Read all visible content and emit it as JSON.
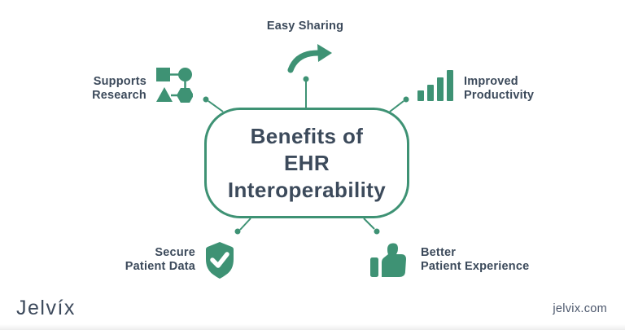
{
  "diagram": {
    "center": {
      "line1": "Benefits of",
      "line2": "EHR",
      "line3": "Interoperability"
    },
    "nodes": {
      "easy_sharing": {
        "label": "Easy Sharing",
        "icon": "curved-arrow-icon"
      },
      "supports_research": {
        "line1": "Supports",
        "line2": "Research",
        "icon": "shapes-icon"
      },
      "improved_productivity": {
        "line1": "Improved",
        "line2": "Productivity",
        "icon": "bar-chart-icon"
      },
      "secure_patient_data": {
        "line1": "Secure",
        "line2": "Patient Data",
        "icon": "shield-check-icon"
      },
      "better_patient_experience": {
        "line1": "Better",
        "line2": "Patient Experience",
        "icon": "thumbs-up-icon"
      }
    },
    "colors": {
      "accent_green": "#3E9274",
      "text_navy": "#3C4A5B",
      "background": "#FFFFFF"
    }
  },
  "footer": {
    "logo": "Jelvíx",
    "website": "jelvix.com"
  }
}
